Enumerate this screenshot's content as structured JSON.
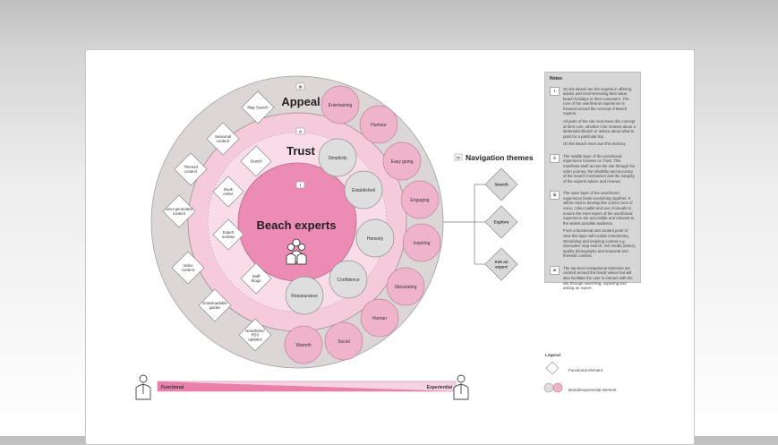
{
  "layers": {
    "appeal": {
      "num": "iii",
      "title": "Appeal"
    },
    "trust": {
      "num": "ii",
      "title": "Trust"
    },
    "core": {
      "num": "i",
      "title": "Beach experts"
    }
  },
  "navigation": {
    "num": "iv",
    "title": "Navigation themes",
    "items": [
      "Search",
      "Explore",
      "Ask an expert"
    ]
  },
  "appeal_items": [
    "Entertaining",
    "Humour",
    "Easy going",
    "Engaging",
    "Inspiring",
    "Stimulating",
    "Human",
    "Social",
    "Warmth"
  ],
  "trust_items": [
    "Simplicity",
    "Established",
    "Honesty",
    "Confidence",
    "Reassurance"
  ],
  "outer_functional": [
    "Map Search",
    "Seasonal content",
    "Themed content",
    "User-generated content",
    "Video content",
    "Downloadable guides",
    "Newsletter/ RSS updates"
  ],
  "inner_functional": [
    "Search",
    "Book online",
    "Expert reviews",
    "Staff blogs"
  ],
  "scale": {
    "left": "Functional",
    "right": "Experiential"
  },
  "notes": {
    "title": "Notes",
    "items": [
      {
        "num": "i",
        "paragraphs": [
          "On the Beach are the experts in offering advice and recommending best value, beach holidays to their customers. The core of the user/brand experience is focused around the concept of Beach experts.",
          "All parts of the site must have this concept at their core, whether it be reviews about a destination/beach or advice about what to pack for a particular trip.",
          "On the Beach must own this territory."
        ]
      },
      {
        "num": "ii",
        "paragraphs": [
          "The middle layer of the user/brand experience focuses on Trust. This manifests itself across the site through the order journey, the reliability and accuracy of the search mechanism and the integrity of the experts advice and reviews."
        ]
      },
      {
        "num": "iii",
        "paragraphs": [
          "The outer layer of the user/brand experience binds everything together. It will be vital to develop the correct tone of voice, colour pallet and use of visuals to ensure the inner layers of the user/brand experience are accessible and relevant to the widest possible audience.",
          "From a functional and content point of view this layer will include entertaining, stimulating and inspiring content e.g. interactive map search, rich media (video), quality photography and seasonal and themetic content."
        ]
      },
      {
        "num": "iv",
        "paragraphs": [
          "The top-level navigational elements are centred around the brand values but will also facilitate the user to interact with the site through searching, exploring and asking an expert."
        ]
      }
    ]
  },
  "legend": {
    "title": "Legend",
    "functional": "Functional element",
    "brand": "Brand/experiential element"
  },
  "colors": {
    "outer_ring": "#dcd6d6",
    "middle_ring": "#f5cbdb",
    "core_pink": "#ec8cb4",
    "pink_circle": "#f0b3cc",
    "grey_circle": "#dedede"
  }
}
